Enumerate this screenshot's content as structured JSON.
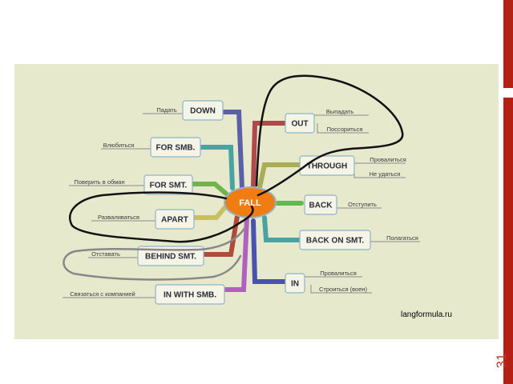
{
  "slide_number": "31",
  "colors": {
    "accent_bar": "#b52015",
    "panel": "#e7e9cd",
    "center_fill": "#f07d12"
  },
  "mindmap": {
    "center": "FALL",
    "branches": [
      {
        "label": "DOWN",
        "leaves": [
          "Падать"
        ]
      },
      {
        "label": "FOR SMB.",
        "leaves": [
          "Влюбиться"
        ]
      },
      {
        "label": "FOR SMT.",
        "leaves": [
          "Поверить в обман"
        ]
      },
      {
        "label": "APART",
        "leaves": [
          "Разваливаться"
        ]
      },
      {
        "label": "BEHIND SMT.",
        "leaves": [
          "Отставать"
        ]
      },
      {
        "label": "IN WITH SMB.",
        "leaves": [
          "Связаться с компанией"
        ]
      },
      {
        "label": "OUT",
        "leaves": [
          "Выпадать",
          "Поссориться"
        ]
      },
      {
        "label": "THROUGH",
        "leaves": [
          "Провалиться",
          "Не удаться"
        ]
      },
      {
        "label": "BACK",
        "leaves": [
          "Отступить"
        ]
      },
      {
        "label": "BACK ON SMT.",
        "leaves": [
          "Полагаться"
        ]
      },
      {
        "label": "IN",
        "leaves": [
          "Провалиться",
          "Строиться (воен)"
        ]
      }
    ],
    "credit": "langformula.ru"
  }
}
